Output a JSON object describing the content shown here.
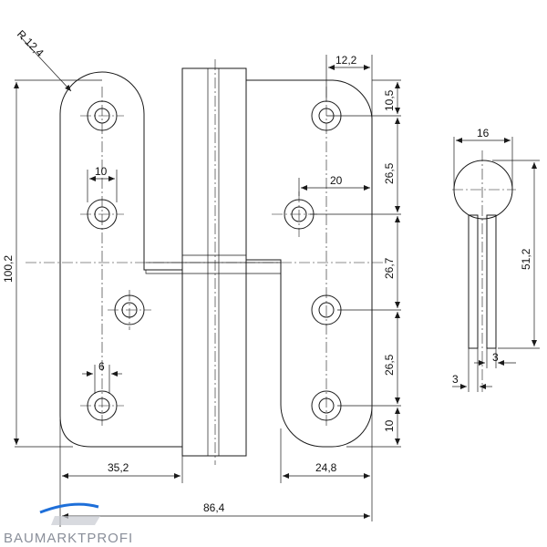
{
  "drawing": {
    "dimensions": {
      "radius": "R 12,4",
      "d_12_2": "12,2",
      "d_10_5": "10,5",
      "d_26_5_top": "26,5",
      "d_20": "20",
      "d_10": "10",
      "d_100_2": "100,2",
      "d_26_7": "26,7",
      "d_26_5_bottom": "26,5",
      "d_6": "6",
      "d_10_bottom": "10",
      "d_35_2": "35,2",
      "d_24_8": "24,8",
      "d_86_4": "86,4",
      "d_16": "16",
      "d_51_2": "51,2",
      "d_3_left": "3",
      "d_3_right": "3"
    }
  },
  "brand": {
    "name": "BAUMARKTPROFI",
    "accent": "#1e6fd9",
    "text_color": "#8a8f9a"
  },
  "colors": {
    "line": "#1a1a1a",
    "background": "#ffffff"
  }
}
